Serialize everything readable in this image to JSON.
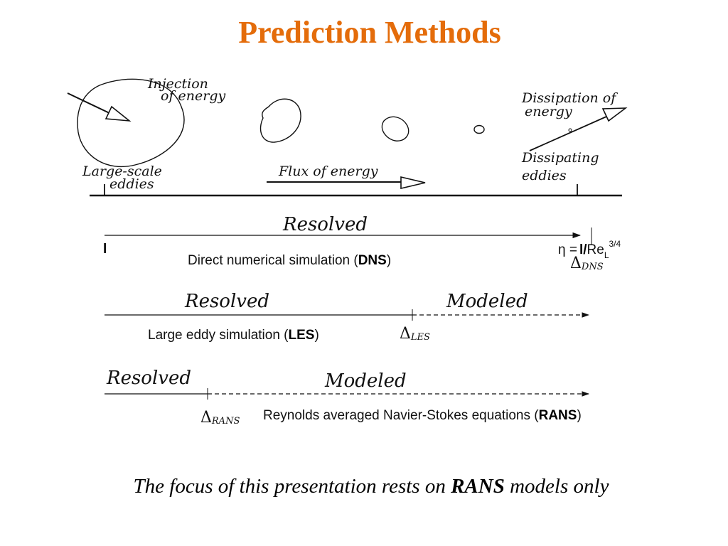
{
  "title": "Prediction Methods",
  "colors": {
    "title": "#E46C0A",
    "ink": "#111111"
  },
  "cascade": {
    "injection_line1": "Injection",
    "injection_line2": "of energy",
    "dissipation_line1": "Dissipation of",
    "dissipation_line2": "energy",
    "dissipating_line1": "Dissipating",
    "dissipating_line2": "eddies",
    "large_scale_line1": "Large-scale",
    "large_scale_line2": "eddies",
    "flux": "Flux of energy"
  },
  "dns": {
    "resolved": "Resolved",
    "l_mark": "l",
    "eta_lhs": "η =",
    "eta_l": "l",
    "eta_slash": "/",
    "eta_re": "Re",
    "eta_sub": "L",
    "eta_sup": "3/4",
    "delta": "Δ",
    "delta_sub": "DNS",
    "caption_prefix": "Direct numerical simulation (",
    "caption_abbr": "DNS",
    "caption_suffix": ")"
  },
  "les": {
    "resolved": "Resolved",
    "modeled": "Modeled",
    "delta": "Δ",
    "delta_sub": "LES",
    "caption_prefix": "Large eddy simulation (",
    "caption_abbr": "LES",
    "caption_suffix": ")"
  },
  "rans": {
    "resolved": "Resolved",
    "modeled": "Modeled",
    "delta": "Δ",
    "delta_sub": "RANS",
    "caption_prefix": "Reynolds averaged Navier-Stokes equations (",
    "caption_abbr": "RANS",
    "caption_suffix": ")"
  },
  "footer": {
    "prefix": "The focus of this presentation rests on ",
    "emphasis": "RANS",
    "suffix": " models only"
  }
}
